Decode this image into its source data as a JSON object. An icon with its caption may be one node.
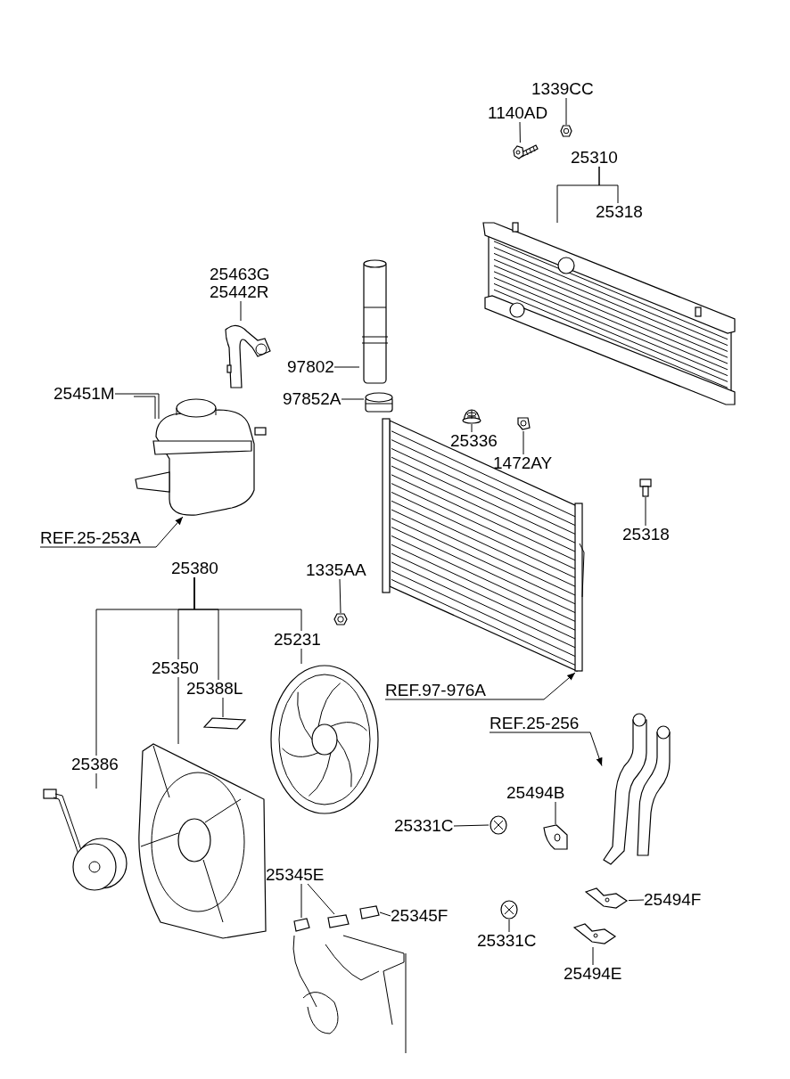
{
  "diagram": {
    "nodes": [
      {
        "text": [
          "1339CC"
        ]
      },
      {
        "text": [
          "1140AD"
        ]
      },
      {
        "text": [
          "25310"
        ]
      },
      {
        "text": [
          "25318"
        ]
      },
      {
        "text": [
          "25463G",
          "25442R"
        ]
      },
      {
        "text": [
          "97802"
        ]
      },
      {
        "text": [
          "25451M"
        ]
      },
      {
        "text": [
          "97852A"
        ]
      },
      {
        "text": [
          "25336"
        ]
      },
      {
        "text": [
          "1472AY"
        ]
      },
      {
        "text": [
          "25318"
        ]
      },
      {
        "text": [
          "REF.25-253A"
        ]
      },
      {
        "text": [
          "25380"
        ]
      },
      {
        "text": [
          "1335AA"
        ]
      },
      {
        "text": [
          "25231"
        ]
      },
      {
        "text": [
          "REF.97-976A"
        ]
      },
      {
        "text": [
          "25350"
        ]
      },
      {
        "text": [
          "25388L"
        ]
      },
      {
        "text": [
          "REF.25-256"
        ]
      },
      {
        "text": [
          "25386"
        ]
      },
      {
        "text": [
          "25494B"
        ]
      },
      {
        "text": [
          "25331C"
        ]
      },
      {
        "text": [
          "25345E"
        ]
      },
      {
        "text": [
          "25345F"
        ]
      },
      {
        "text": [
          "25494F"
        ]
      },
      {
        "text": [
          "25331C"
        ]
      },
      {
        "text": [
          "25494E"
        ]
      },
      {
        "text": [],
        "shape": "picture"
      },
      {
        "text": [],
        "shape": "picture"
      },
      {
        "text": [],
        "shape": "picture"
      },
      {
        "text": [],
        "shape": "picture"
      },
      {
        "text": [],
        "shape": "picture"
      },
      {
        "text": [],
        "shape": "picture"
      },
      {
        "text": [],
        "shape": "picture"
      },
      {
        "text": [],
        "shape": "picture"
      },
      {
        "text": [],
        "shape": "picture"
      },
      {
        "text": [],
        "shape": "picture"
      },
      {
        "text": [],
        "shape": "picture"
      },
      {
        "text": [],
        "shape": "picture"
      },
      {
        "text": [],
        "shape": "picture"
      },
      {
        "text": [],
        "shape": "picture"
      },
      {
        "text": [],
        "shape": "picture"
      },
      {
        "text": [],
        "shape": "picture"
      },
      {
        "text": [],
        "shape": "picture"
      },
      {
        "text": [],
        "shape": "picture"
      },
      {
        "text": [],
        "shape": "picture"
      },
      {
        "text": [],
        "shape": "picture"
      },
      {
        "text": [],
        "shape": "picture"
      },
      {
        "text": [],
        "shape": "picture"
      },
      {
        "text": [],
        "shape": "picture"
      },
      {
        "text": [],
        "shape": "picture"
      },
      {
        "text": [],
        "shape": "picture"
      }
    ],
    "edges": [
      {
        "from": 0,
        "to": 27,
        "arrow": "none"
      },
      {
        "from": 1,
        "to": 28,
        "arrow": "none"
      },
      {
        "from": 2,
        "to": 29,
        "arrow": "none"
      },
      {
        "from": 2,
        "to": 3,
        "arrow": "none"
      },
      {
        "from": 4,
        "to": 30,
        "arrow": "none"
      },
      {
        "from": 5,
        "to": 31,
        "arrow": "none"
      },
      {
        "from": 6,
        "to": 32,
        "arrow": "none"
      },
      {
        "from": 7,
        "to": 33,
        "arrow": "none"
      },
      {
        "from": 8,
        "to": 34,
        "arrow": "none"
      },
      {
        "from": 9,
        "to": 35,
        "arrow": "none"
      },
      {
        "from": 10,
        "to": 36,
        "arrow": "none"
      },
      {
        "from": 11,
        "to": 32,
        "arrow": "to"
      },
      {
        "from": 12,
        "to": 19,
        "arrow": "none"
      },
      {
        "from": 12,
        "to": 16,
        "arrow": "none"
      },
      {
        "from": 12,
        "to": 17,
        "arrow": "none"
      },
      {
        "from": 12,
        "to": 14,
        "arrow": "none"
      },
      {
        "from": 13,
        "to": 38,
        "arrow": "none"
      },
      {
        "from": 14,
        "to": 39,
        "arrow": "none"
      },
      {
        "from": 15,
        "to": 37,
        "arrow": "to"
      },
      {
        "from": 16,
        "to": 40,
        "arrow": "none"
      },
      {
        "from": 17,
        "to": 41,
        "arrow": "none"
      },
      {
        "from": 18,
        "to": 43,
        "arrow": "to"
      },
      {
        "from": 19,
        "to": 42,
        "arrow": "none"
      },
      {
        "from": 20,
        "to": 44,
        "arrow": "none"
      },
      {
        "from": 21,
        "to": 45,
        "arrow": "none"
      },
      {
        "from": 25,
        "to": 46,
        "arrow": "none"
      },
      {
        "from": 24,
        "to": 47,
        "arrow": "none"
      },
      {
        "from": 26,
        "to": 48,
        "arrow": "none"
      },
      {
        "from": 22,
        "to": 49,
        "arrow": "none"
      },
      {
        "from": 22,
        "to": 50,
        "arrow": "none"
      },
      {
        "from": 23,
        "to": 51,
        "arrow": "none"
      }
    ]
  }
}
